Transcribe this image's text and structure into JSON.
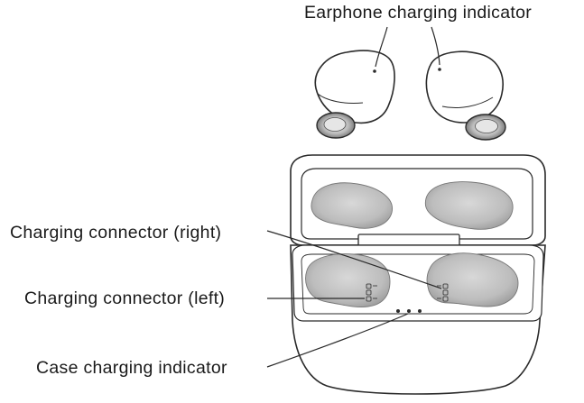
{
  "labels": {
    "earphone_indicator": "Earphone charging indicator",
    "connector_right": "Charging connector (right)",
    "connector_left": "Charging connector (left)",
    "case_indicator": "Case charging indicator"
  },
  "colors": {
    "line": "#2a2a2a",
    "shade": "#c9c9c9",
    "shade_dark": "#a8a8a8",
    "background": "#ffffff"
  }
}
